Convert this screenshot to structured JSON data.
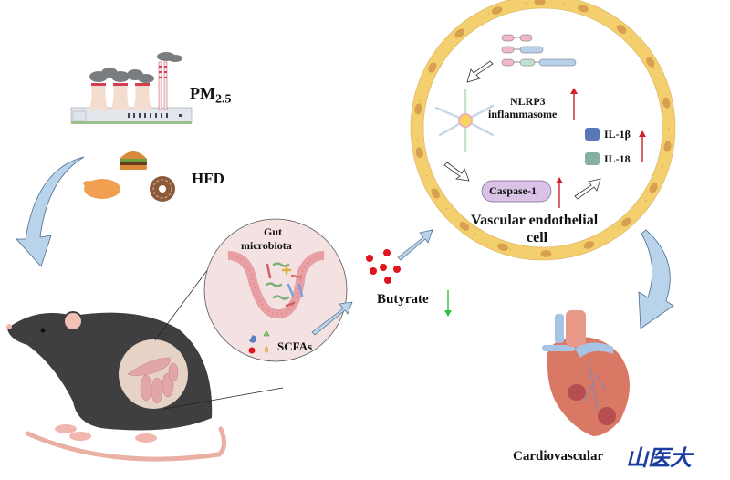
{
  "labels": {
    "pm": "PM",
    "pm_sub": "2.5",
    "hfd": "HFD",
    "gut": "Gut",
    "microbiota": "microbiota",
    "scfas": "SCFAs",
    "butyrate": "Butyrate",
    "nlrp3_line1": "NLRP3",
    "nlrp3_line2": "inflammasome",
    "il1b": "IL-1β",
    "il18": "IL-18",
    "caspase": "Caspase-1",
    "vec_line1": "Vascular endothelial",
    "vec_line2": "cell",
    "cardio": "Cardiovascular",
    "watermark": "山医大"
  },
  "indicators": {
    "nlrp3": "up",
    "il": "up",
    "caspase": "up",
    "butyrate": "down"
  },
  "colors": {
    "up_arrow": "#d0202a",
    "down_arrow": "#2cc040",
    "flow_arrow_fill": "#b8d3ea",
    "flow_arrow_stroke": "#4a6e90",
    "cell_wall": "#f3cf6e",
    "nucleus": "#d7a050",
    "il1b_box": "#5878b8",
    "il18_box": "#86b0a0",
    "caspase_fill": "#d9c2e6",
    "watermark": "#1a3da0",
    "butyrate_dots": "#e0141c"
  }
}
